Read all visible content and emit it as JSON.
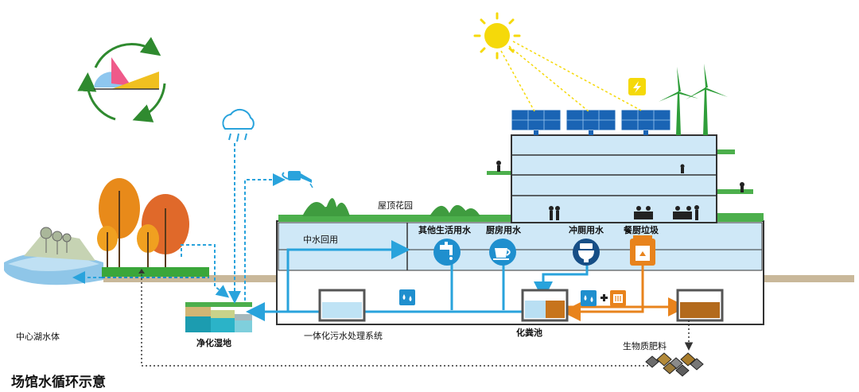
{
  "title": "场馆水循环示意",
  "labels": {
    "lake": "中心湖水体",
    "wetland": "净化湿地",
    "treatment": "一体化污水处理系统",
    "septic": "化粪池",
    "fertilizer": "生物质肥料",
    "roof_garden": "屋顶花园",
    "reclaimed": "中水回用",
    "domestic": "其他生活用水",
    "kitchen": "厨房用水",
    "flush": "冲厕用水",
    "kitchen_waste": "餐厨垃圾"
  },
  "icons": [
    "cycle-icon",
    "sun-icon",
    "rain-cloud-icon",
    "watering-can-icon",
    "solar-panel-icon",
    "wind-turbine-icon",
    "lightning-icon",
    "faucet-icon",
    "coffee-cup-icon",
    "toilet-icon",
    "trash-bin-icon",
    "water-drops-icon",
    "plus-icon"
  ],
  "colors": {
    "flow_blue": "#29a3dc",
    "flow_orange": "#e8831c",
    "sun_yellow": "#f5d90a",
    "building_fill": "#cfe8f7",
    "ground": "#c9b89a",
    "grass": "#3aa63a"
  }
}
